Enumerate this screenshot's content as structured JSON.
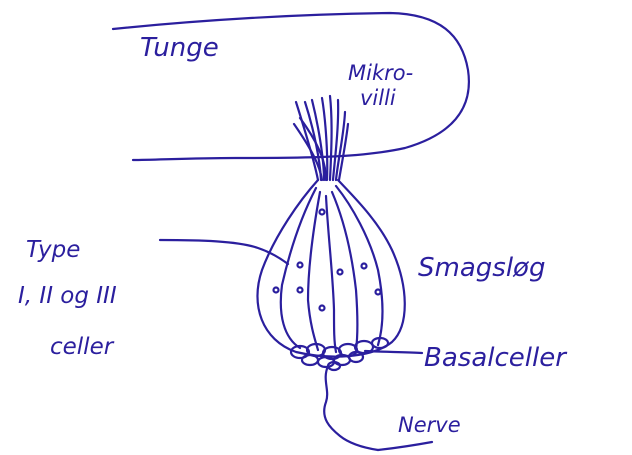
{
  "ink_color": "#2b1f9e",
  "labels": {
    "tongue": "Tunge",
    "microvilli_line1": "Mikro-",
    "microvilli_line2": "villi",
    "cell_types_line1": "Type",
    "cell_types_line2": "I, II og III",
    "cell_types_line3": "celler",
    "taste_bud": "Smagsløg",
    "basal_cells": "Basalceller",
    "nerve": "Nerve"
  }
}
